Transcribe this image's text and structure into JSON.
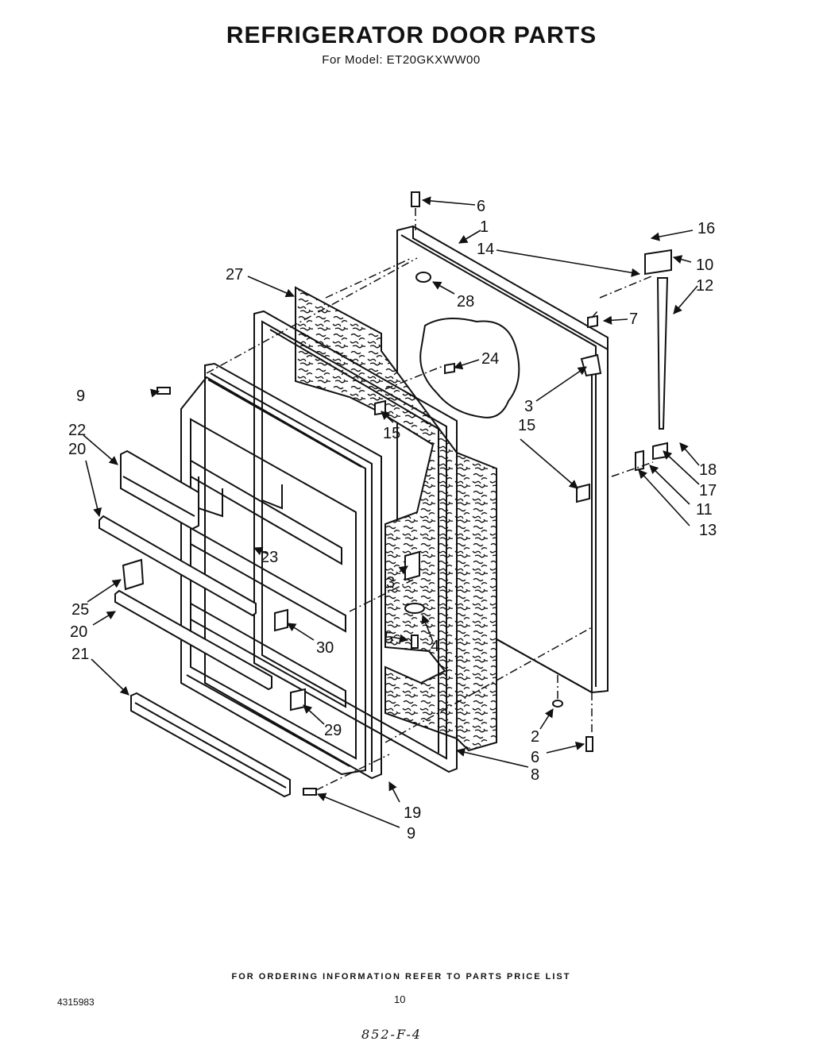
{
  "header": {
    "title": "REFRIGERATOR DOOR PARTS",
    "subtitle": "For Model: ET20GKXWW00"
  },
  "callouts": {
    "c6_top": "6",
    "c1": "1",
    "c16": "16",
    "c14": "14",
    "c10": "10",
    "c27": "27",
    "c12": "12",
    "c28": "28",
    "c7": "7",
    "c24": "24",
    "c9_top": "9",
    "c3_upper": "3",
    "c15_left": "15",
    "c15_right": "15",
    "c22": "22",
    "c20_upper": "20",
    "c18": "18",
    "c17": "17",
    "c11": "11",
    "c13": "13",
    "c23": "23",
    "c3_lower": "3",
    "c25": "25",
    "c20_lower": "20",
    "c5": "5",
    "c4": "4",
    "c30": "30",
    "c21": "21",
    "c29": "29",
    "c2": "2",
    "c6_bottom": "6",
    "c8": "8",
    "c19": "19",
    "c9_bottom": "9"
  },
  "footer": {
    "ordering_note": "FOR ORDERING INFORMATION REFER TO PARTS PRICE LIST",
    "part_number": "4315983",
    "page_number": "10",
    "handwritten_note": "852-F-4"
  }
}
